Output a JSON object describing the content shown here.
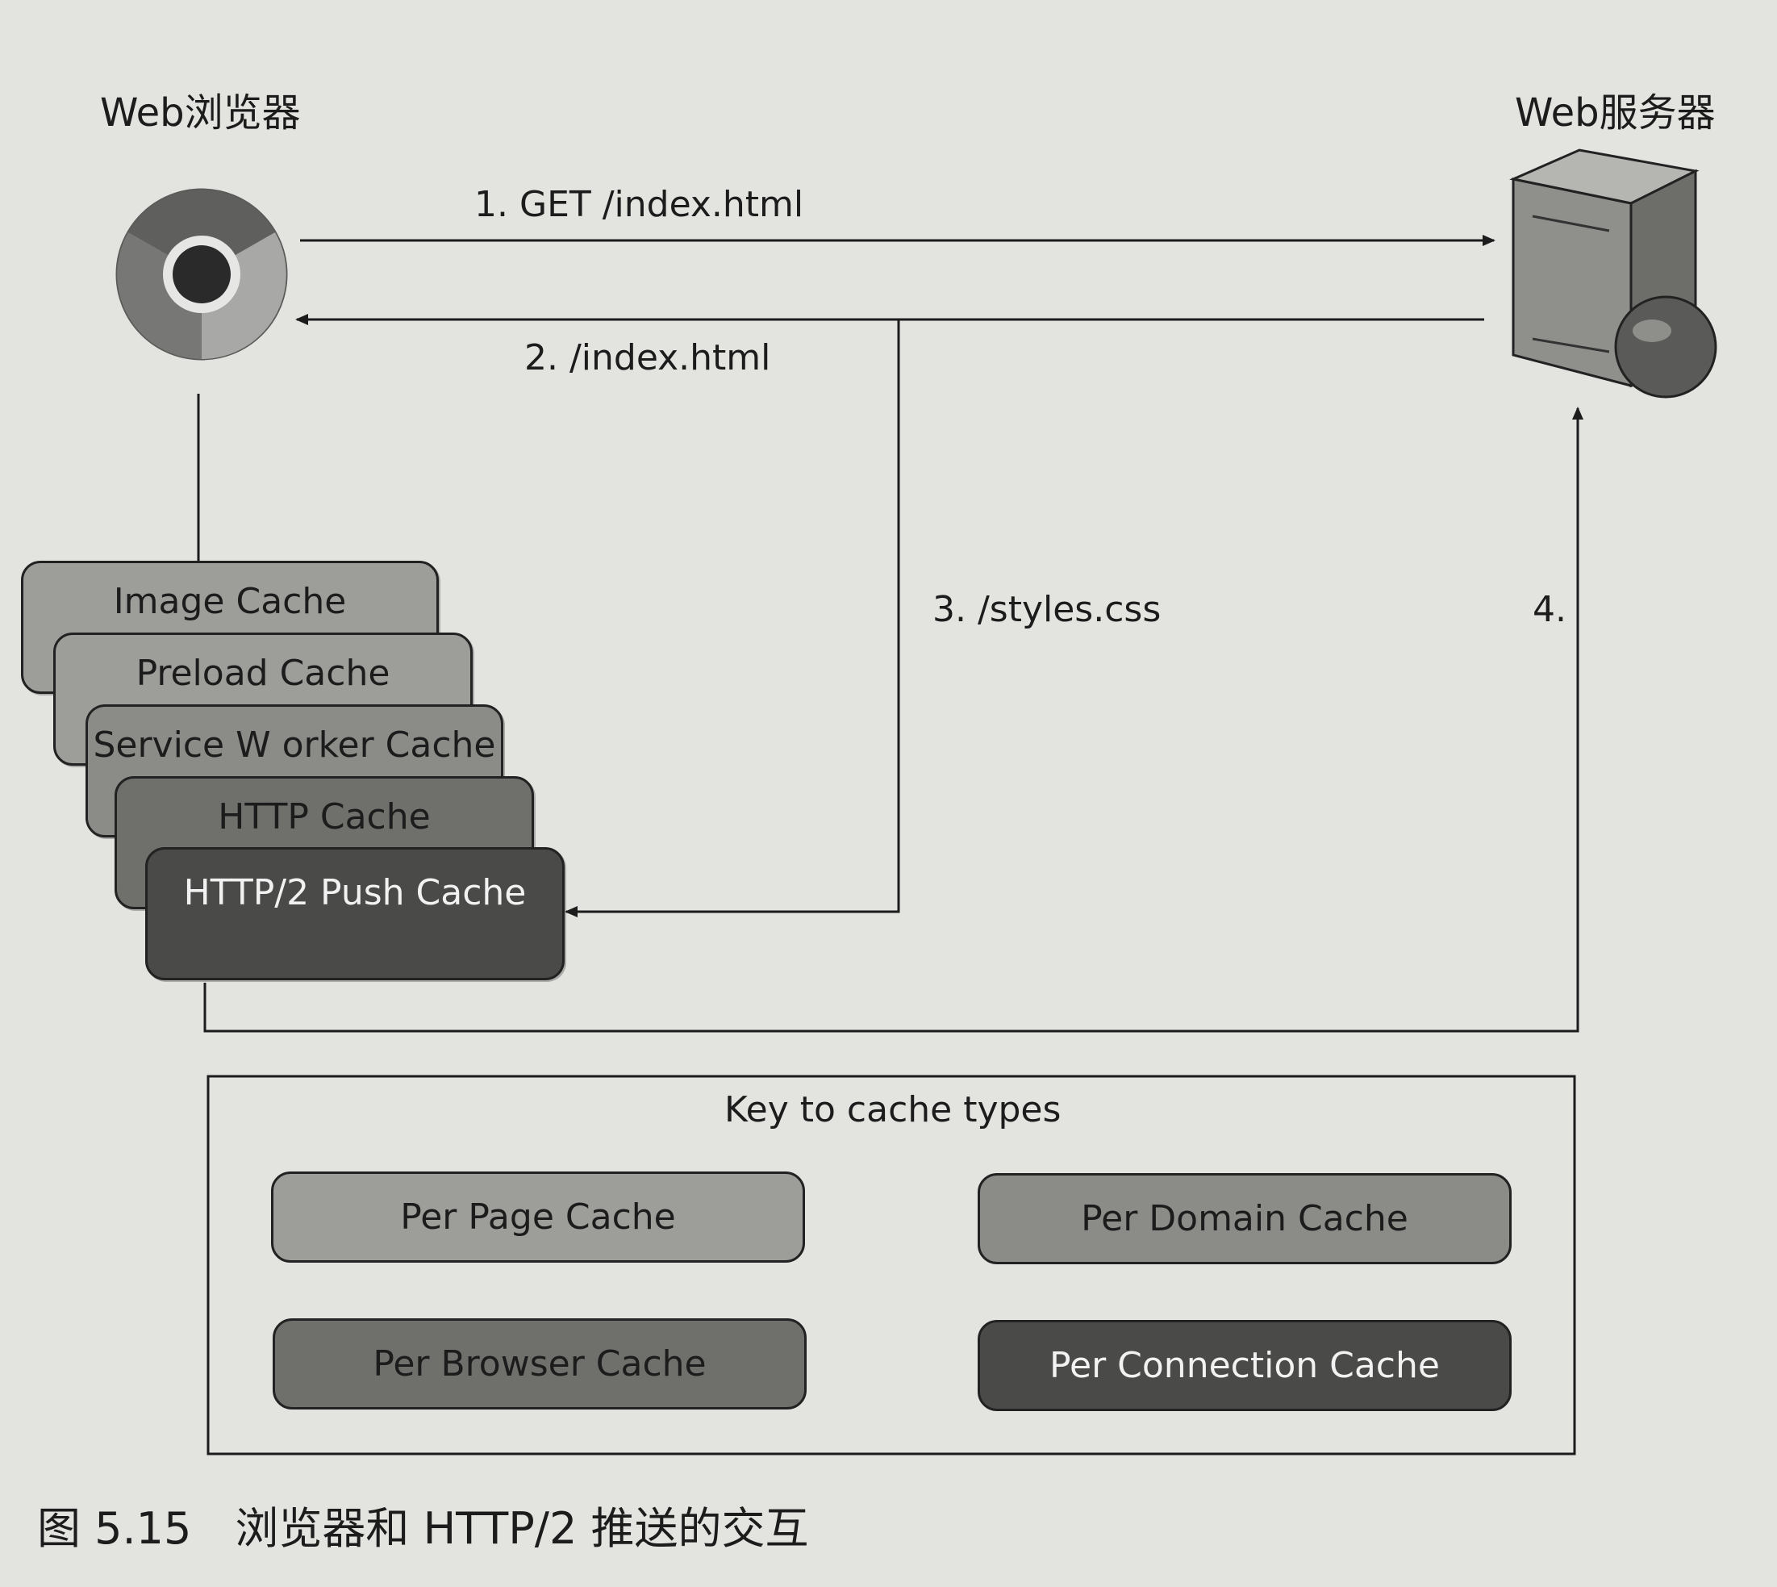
{
  "actors": {
    "browser": "Web浏览器",
    "server": "Web服务器"
  },
  "messages": {
    "m1": "1. GET /index.html",
    "m2": "2. /index.html",
    "m3": "3. /styles.css",
    "m4": "4."
  },
  "caches": [
    "Image Cache",
    "Preload Cache",
    "Service W orker Cache",
    "HTTP Cache",
    "HTTP/2 Push Cache"
  ],
  "key": {
    "title": "Key to cache types",
    "per_page": "Per Page Cache",
    "per_domain": "Per Domain Cache",
    "per_browser": "Per Browser Cache",
    "per_connection": "Per Connection Cache"
  },
  "caption": "图 5.15　浏览器和 HTTP/2 推送的交互",
  "icons": {
    "browser": "chrome-browser-icon",
    "server": "server-tower-icon"
  }
}
